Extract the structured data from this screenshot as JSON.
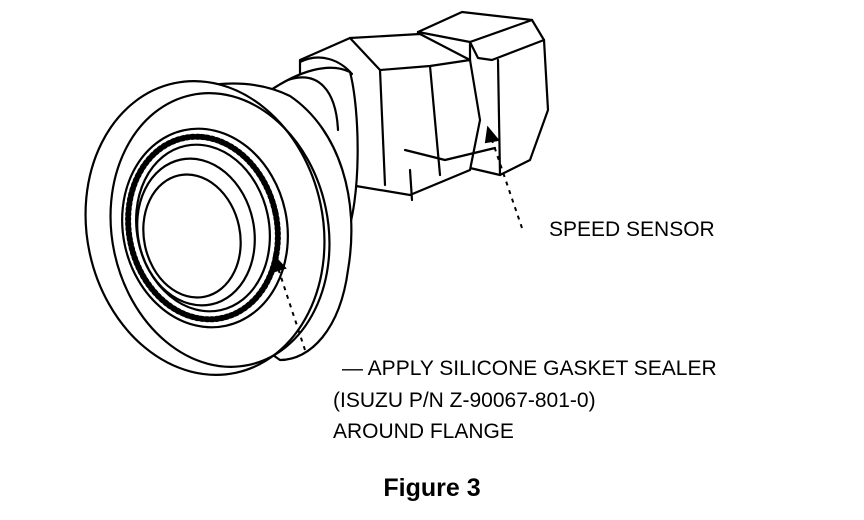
{
  "figure": {
    "caption": "Figure 3",
    "labels": {
      "speed_sensor": "SPEED SENSOR",
      "apply_sealer": "— APPLY SILICONE GASKET SEALER",
      "part_number": "(ISUZU P/N Z-90067-801-0)",
      "around_flange": "AROUND FLANGE"
    }
  }
}
